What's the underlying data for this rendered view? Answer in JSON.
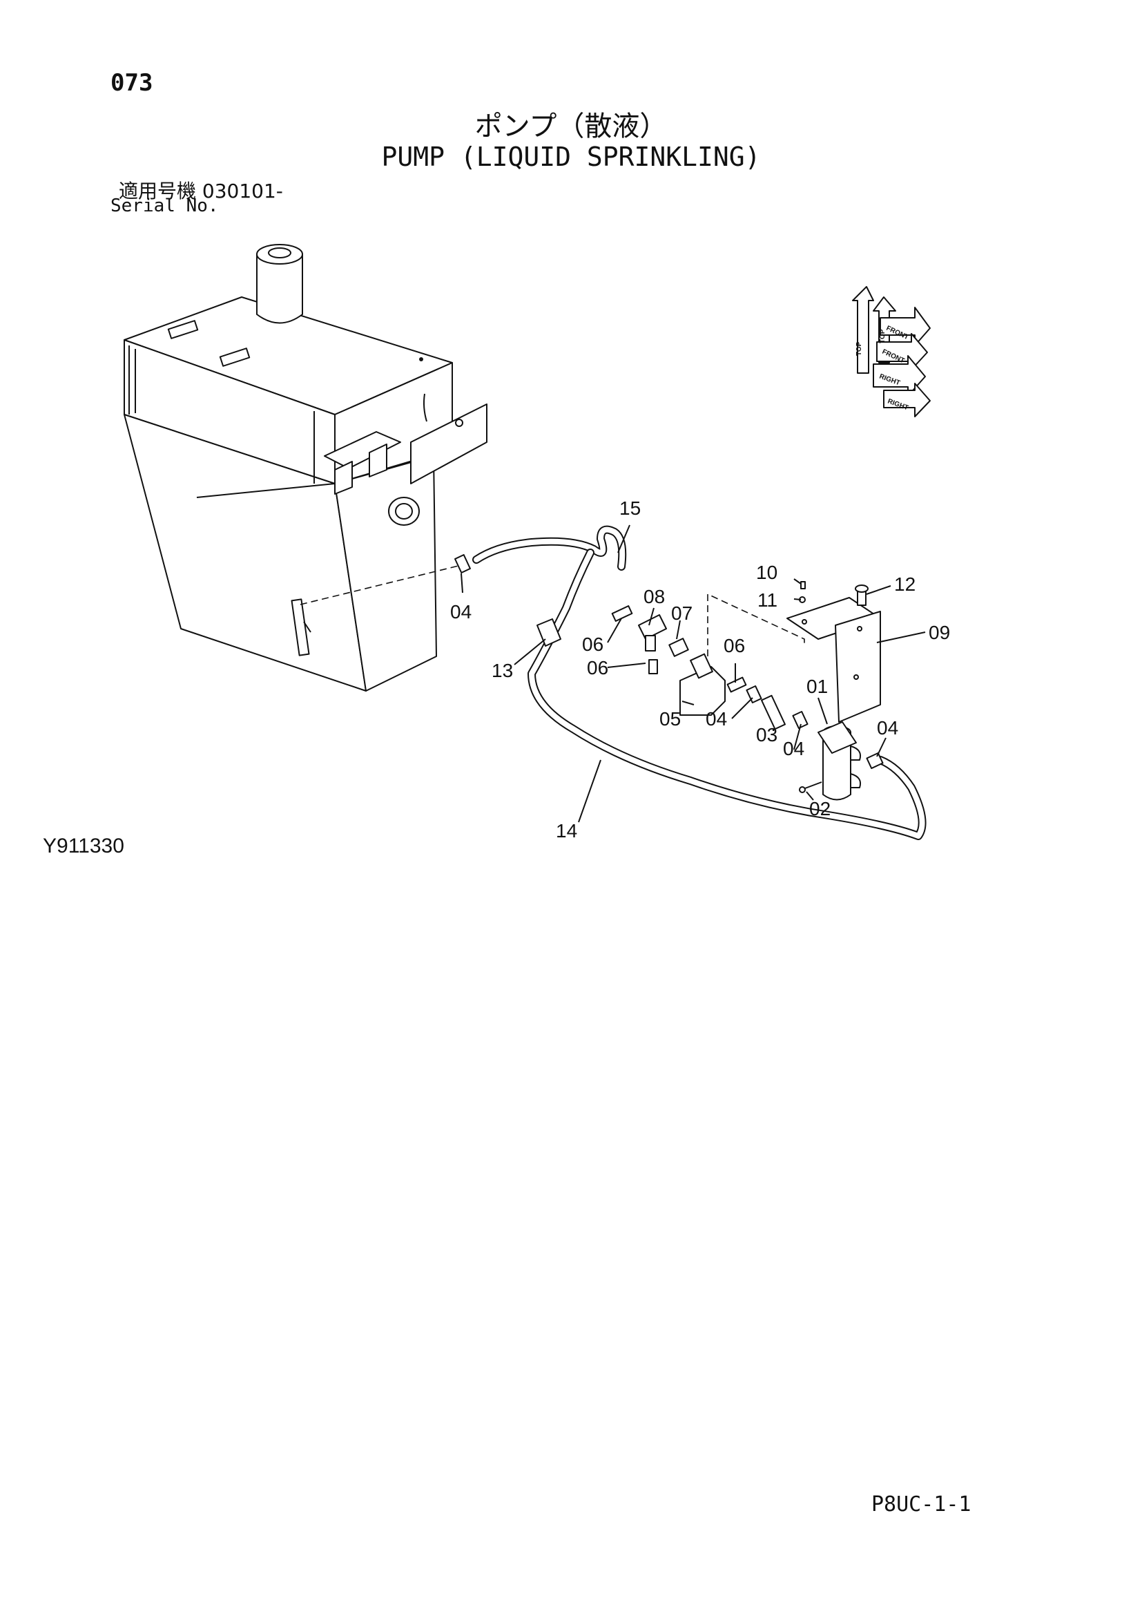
{
  "header": {
    "page_number": "073",
    "title_jp": "ポンプ（散液）",
    "title_en": "PUMP (LIQUID SPRINKLING)",
    "serial_label_jp": "適用号機  030101-",
    "serial_label_en": "Serial No."
  },
  "orientation_indicator": {
    "labels": [
      "TOP",
      "TOP",
      "FRONT",
      "FRONT",
      "RIGHT",
      "RIGHT"
    ]
  },
  "callouts": [
    "15",
    "10",
    "12",
    "11",
    "08",
    "07",
    "04",
    "06",
    "06",
    "09",
    "06",
    "13",
    "01",
    "05",
    "04",
    "03",
    "04",
    "04",
    "02",
    "14"
  ],
  "footer": {
    "drawing_id": "Y911330",
    "page_code": "P8UC-1-1"
  }
}
